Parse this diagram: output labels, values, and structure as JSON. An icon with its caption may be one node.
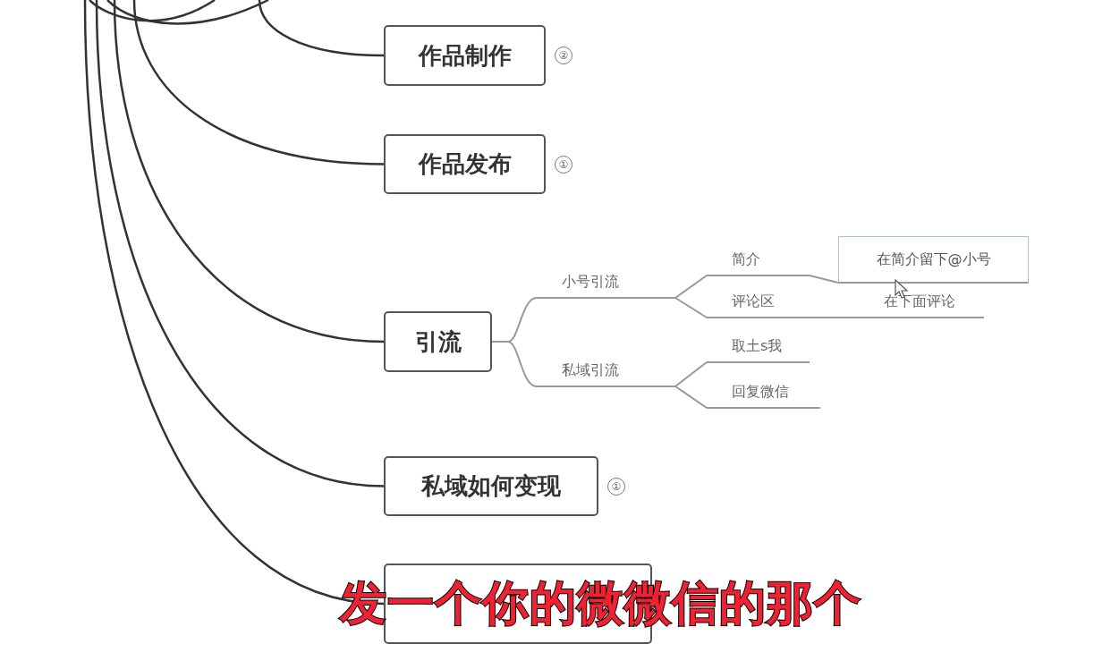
{
  "diagram": {
    "nodes": [
      {
        "text": [
          "作品制作"
        ],
        "beside": [
          "②"
        ]
      },
      {
        "text": [
          "作品发布"
        ],
        "beside": [
          "①"
        ]
      },
      {
        "text": [
          "引流"
        ]
      },
      {
        "text": [
          "小号引流"
        ]
      },
      {
        "text": [
          "私域引流"
        ]
      },
      {
        "text": [
          "简介"
        ]
      },
      {
        "text": [
          "评论区"
        ]
      },
      {
        "text": [
          "在简介留下@小号"
        ]
      },
      {
        "text": [
          "在下面评论"
        ]
      },
      {
        "text": [
          "取土s我"
        ]
      },
      {
        "text": [
          "回复微信"
        ]
      },
      {
        "text": [
          "私域如何变现"
        ],
        "beside": [
          "①"
        ]
      },
      {
        "text": [],
        "shape": "box"
      }
    ],
    "edges": [
      {
        "from": null,
        "to": 0,
        "arrow": "none",
        "color": "#333333"
      },
      {
        "from": null,
        "to": 1,
        "arrow": "none",
        "color": "#333333"
      },
      {
        "from": null,
        "to": 2,
        "arrow": "none",
        "color": "#333333"
      },
      {
        "from": 2,
        "to": 3,
        "arrow": "none"
      },
      {
        "from": 2,
        "to": 4,
        "arrow": "none"
      },
      {
        "from": 3,
        "to": 5,
        "arrow": "none"
      },
      {
        "from": 3,
        "to": 6,
        "arrow": "none"
      },
      {
        "from": 5,
        "to": 7,
        "arrow": "none"
      },
      {
        "from": 6,
        "to": 8,
        "arrow": "none"
      },
      {
        "from": 4,
        "to": 9,
        "arrow": "none"
      },
      {
        "from": 4,
        "to": 10,
        "arrow": "none"
      },
      {
        "from": null,
        "to": 11,
        "arrow": "none",
        "color": "#333333"
      },
      {
        "from": null,
        "to": 12,
        "arrow": "none",
        "color": "#333333"
      }
    ],
    "labels": [
      "发一个你的微微信的那个"
    ]
  }
}
